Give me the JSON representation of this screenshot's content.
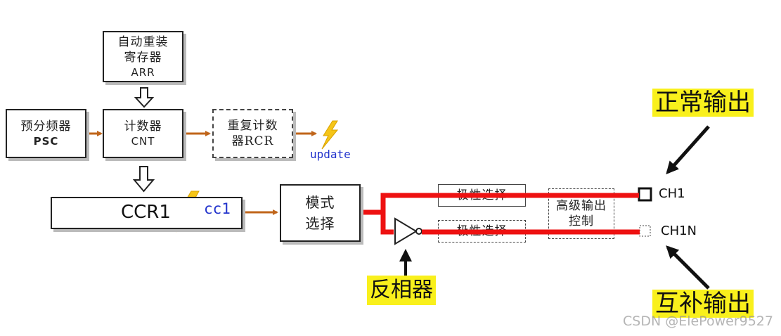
{
  "blocks": {
    "arr": {
      "line1": "自动重装",
      "line2": "寄存器",
      "line3": "ARR"
    },
    "psc": {
      "line1": "预分频器",
      "line2": "PSC"
    },
    "cnt": {
      "line1": "计数器",
      "line2": "CNT"
    },
    "rcr": {
      "line1": "重复计数",
      "line2": "器RCR"
    },
    "ccr1": {
      "label": "CCR1",
      "event": "cc1"
    },
    "mode": {
      "line1": "模式",
      "line2": "选择"
    },
    "polarity_top": {
      "label": "极性选择"
    },
    "polarity_bottom": {
      "label": "极性选择"
    },
    "advanced": {
      "line1": "高级输出",
      "line2": "控制"
    }
  },
  "labels": {
    "update": "update",
    "ch1": "CH1",
    "ch1n": "CH1N"
  },
  "callouts": {
    "normal_output": "正常输出",
    "complementary_output": "互补输出",
    "inverter": "反相器"
  },
  "watermark": "CSDN @ElePower9527",
  "colors": {
    "signal_arrow": "#c0651a",
    "output_path": "#ee1111",
    "callout_bg": "#f9f01c",
    "lightning": "#f5c518",
    "event_text": "#2233cc"
  }
}
